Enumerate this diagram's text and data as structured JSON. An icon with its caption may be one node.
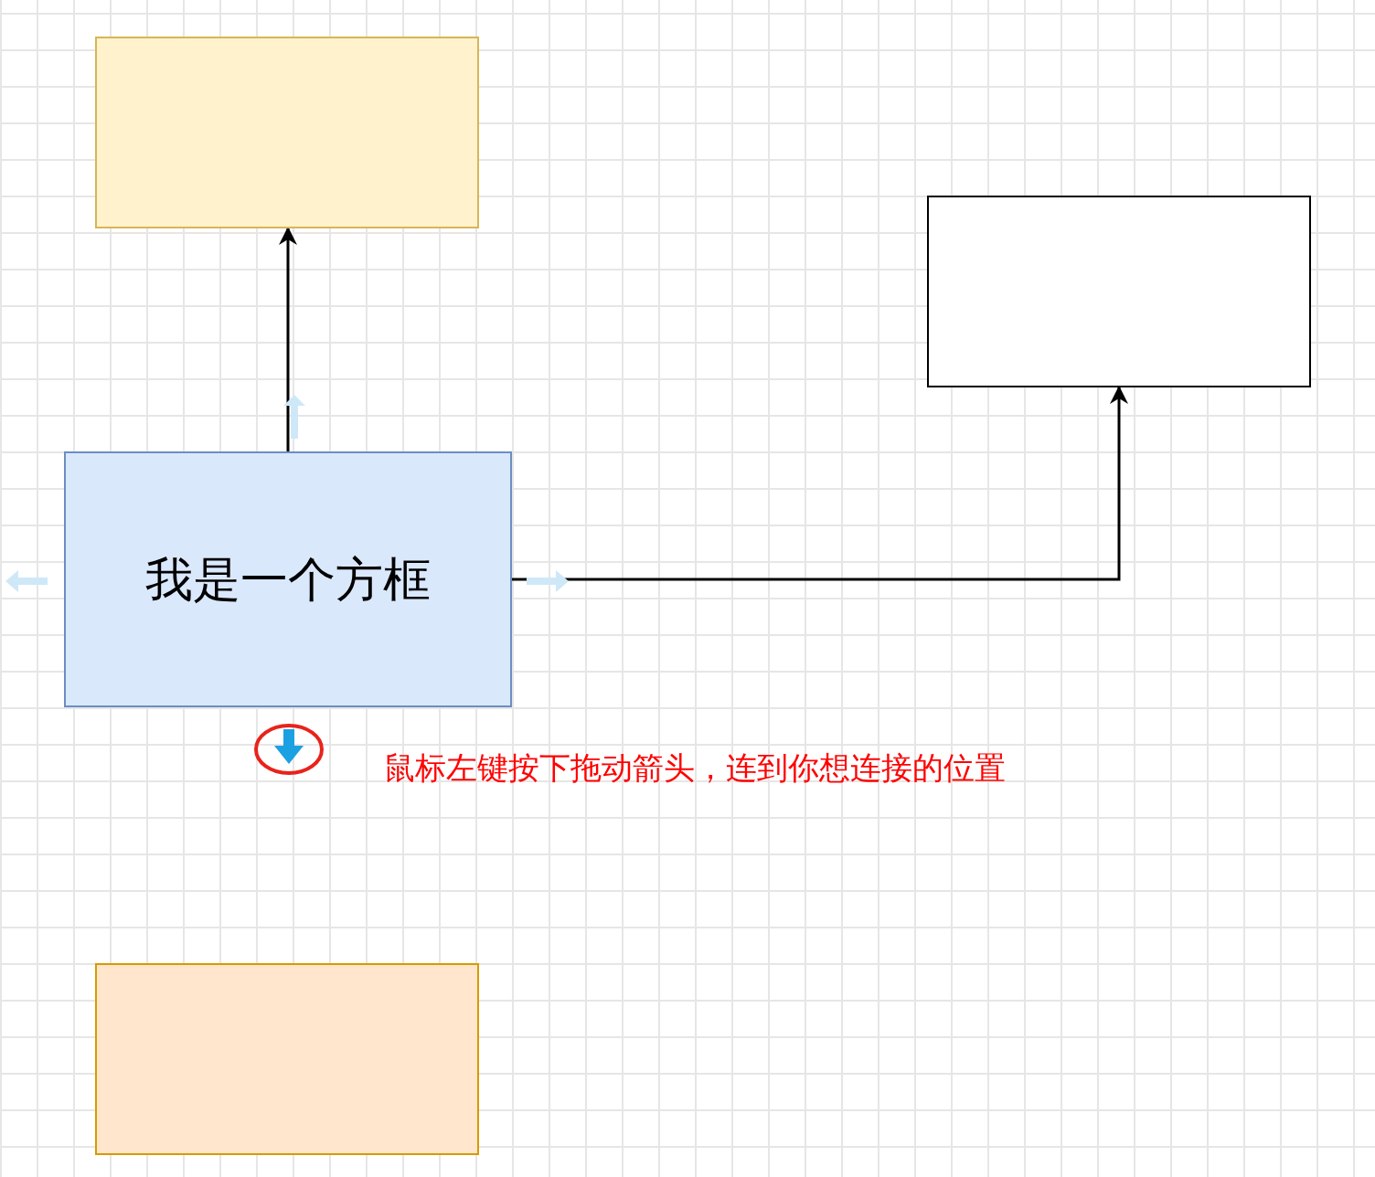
{
  "diagram": {
    "nodes": [
      {
        "text": [],
        "shape": "box"
      },
      {
        "text": [],
        "shape": "box"
      },
      {
        "text": [
          "我是一个方框"
        ]
      },
      {
        "text": [],
        "shape": "box"
      }
    ],
    "edges": [
      {
        "from": 2,
        "to": 0,
        "arrow": "to"
      },
      {
        "from": 2,
        "to": 1,
        "arrow": "to"
      }
    ],
    "labels": [
      "鼠标左键按下拖动箭头，连到你想连接的位置"
    ]
  }
}
